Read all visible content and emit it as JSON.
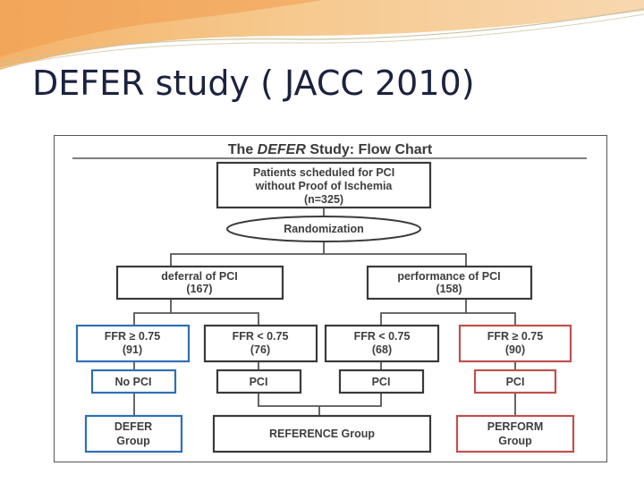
{
  "slide": {
    "title": "DEFER study ( JACC 2010)"
  },
  "flowchart": {
    "title": "The DEFER Study: Flow Chart",
    "title_prefix": "The ",
    "title_emphasis": "DEFER",
    "title_suffix": " Study: Flow Chart",
    "patients": {
      "line1": "Patients scheduled for PCI",
      "line2": "without Proof of Ischemia",
      "line3": "(n=325)"
    },
    "randomization": "Randomization",
    "deferral": {
      "line1": "deferral of PCI",
      "line2": "(167)"
    },
    "performance": {
      "line1": "performance of PCI",
      "line2": "(158)"
    },
    "ffr": [
      {
        "line1": "FFR ≥ 0.75",
        "line2": "(91)"
      },
      {
        "line1": "FFR < 0.75",
        "line2": "(76)"
      },
      {
        "line1": "FFR < 0.75",
        "line2": "(68)"
      },
      {
        "line1": "FFR ≥ 0.75",
        "line2": "(90)"
      }
    ],
    "treatment": [
      "No PCI",
      "PCI",
      "PCI",
      "PCI"
    ],
    "groups": {
      "defer": {
        "line1": "DEFER",
        "line2": "Group"
      },
      "reference": "REFERENCE Group",
      "perform": {
        "line1": "PERFORM",
        "line2": "Group"
      }
    },
    "colors": {
      "defer_arm": "#2f6fb5",
      "perform_arm": "#c0504d",
      "neutral": "#3a3a3a"
    }
  }
}
